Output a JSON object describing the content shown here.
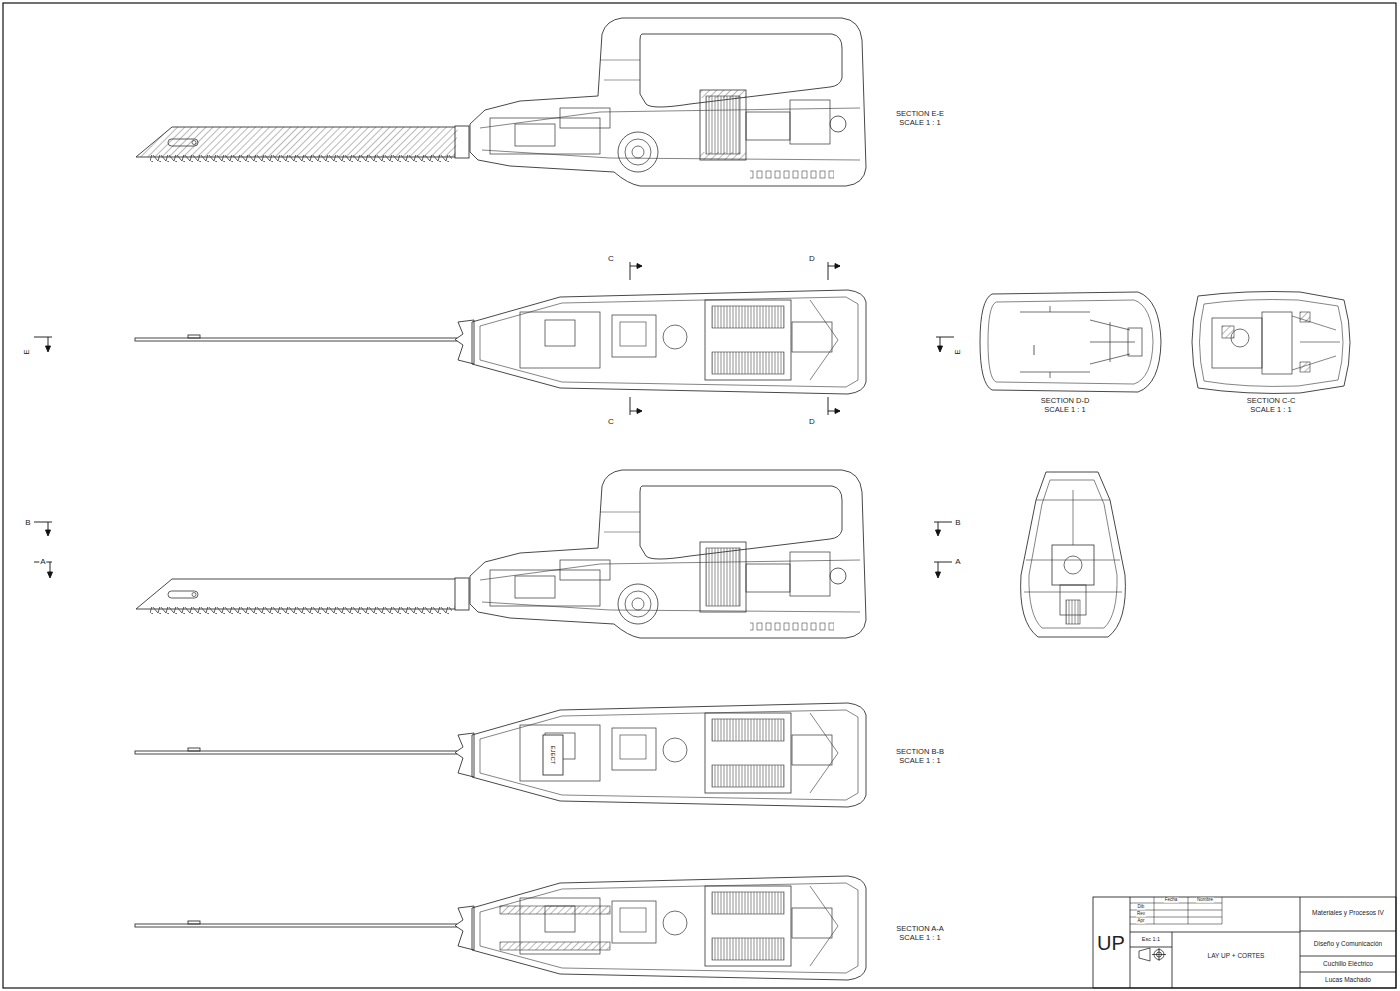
{
  "diagram": {
    "labels": [
      "SECTION E-E",
      "SCALE 1 : 1",
      "C",
      "D",
      "E",
      "E",
      "C",
      "D",
      "SECTION D-D",
      "SCALE 1 : 1",
      "SECTION C-C",
      "SCALE 1 : 1",
      "B",
      "B",
      "A",
      "A",
      "EJECT",
      "SECTION B-B",
      "SCALE 1 : 1",
      "SECTION A-A",
      "SCALE 1 : 1",
      "UP",
      "Fecha",
      "Nombre",
      "Dib",
      "Rev",
      "Apr",
      "Materiales y Procesos IV",
      "Esc 1:1",
      "Diseño y Comunicación",
      "LAY UP + CORTES",
      "Cuchillo Eléctrico",
      "Lucas Machado"
    ]
  }
}
